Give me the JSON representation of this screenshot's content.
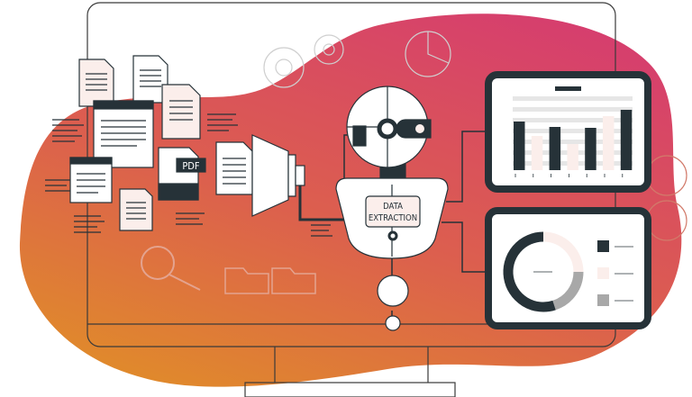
{
  "robot": {
    "label_line1": "DATA",
    "label_line2": "EXTRACTION"
  },
  "document": {
    "pdf_label": "PDF"
  },
  "colors": {
    "dark": "#263238",
    "pink": "#fbeeeb",
    "gray": "#a8a8a8",
    "grad_top": "#d63e6e",
    "grad_bottom": "#e08a2b"
  },
  "bar_chart": {
    "values": [
      54,
      38,
      48,
      29,
      47,
      60,
      67
    ],
    "highlight": [
      true,
      false,
      true,
      false,
      true,
      false,
      true
    ]
  },
  "donut_chart": {
    "segments": [
      {
        "name": "dark",
        "value": 55
      },
      {
        "name": "pink",
        "value": 25
      },
      {
        "name": "gray",
        "value": 20
      }
    ]
  }
}
